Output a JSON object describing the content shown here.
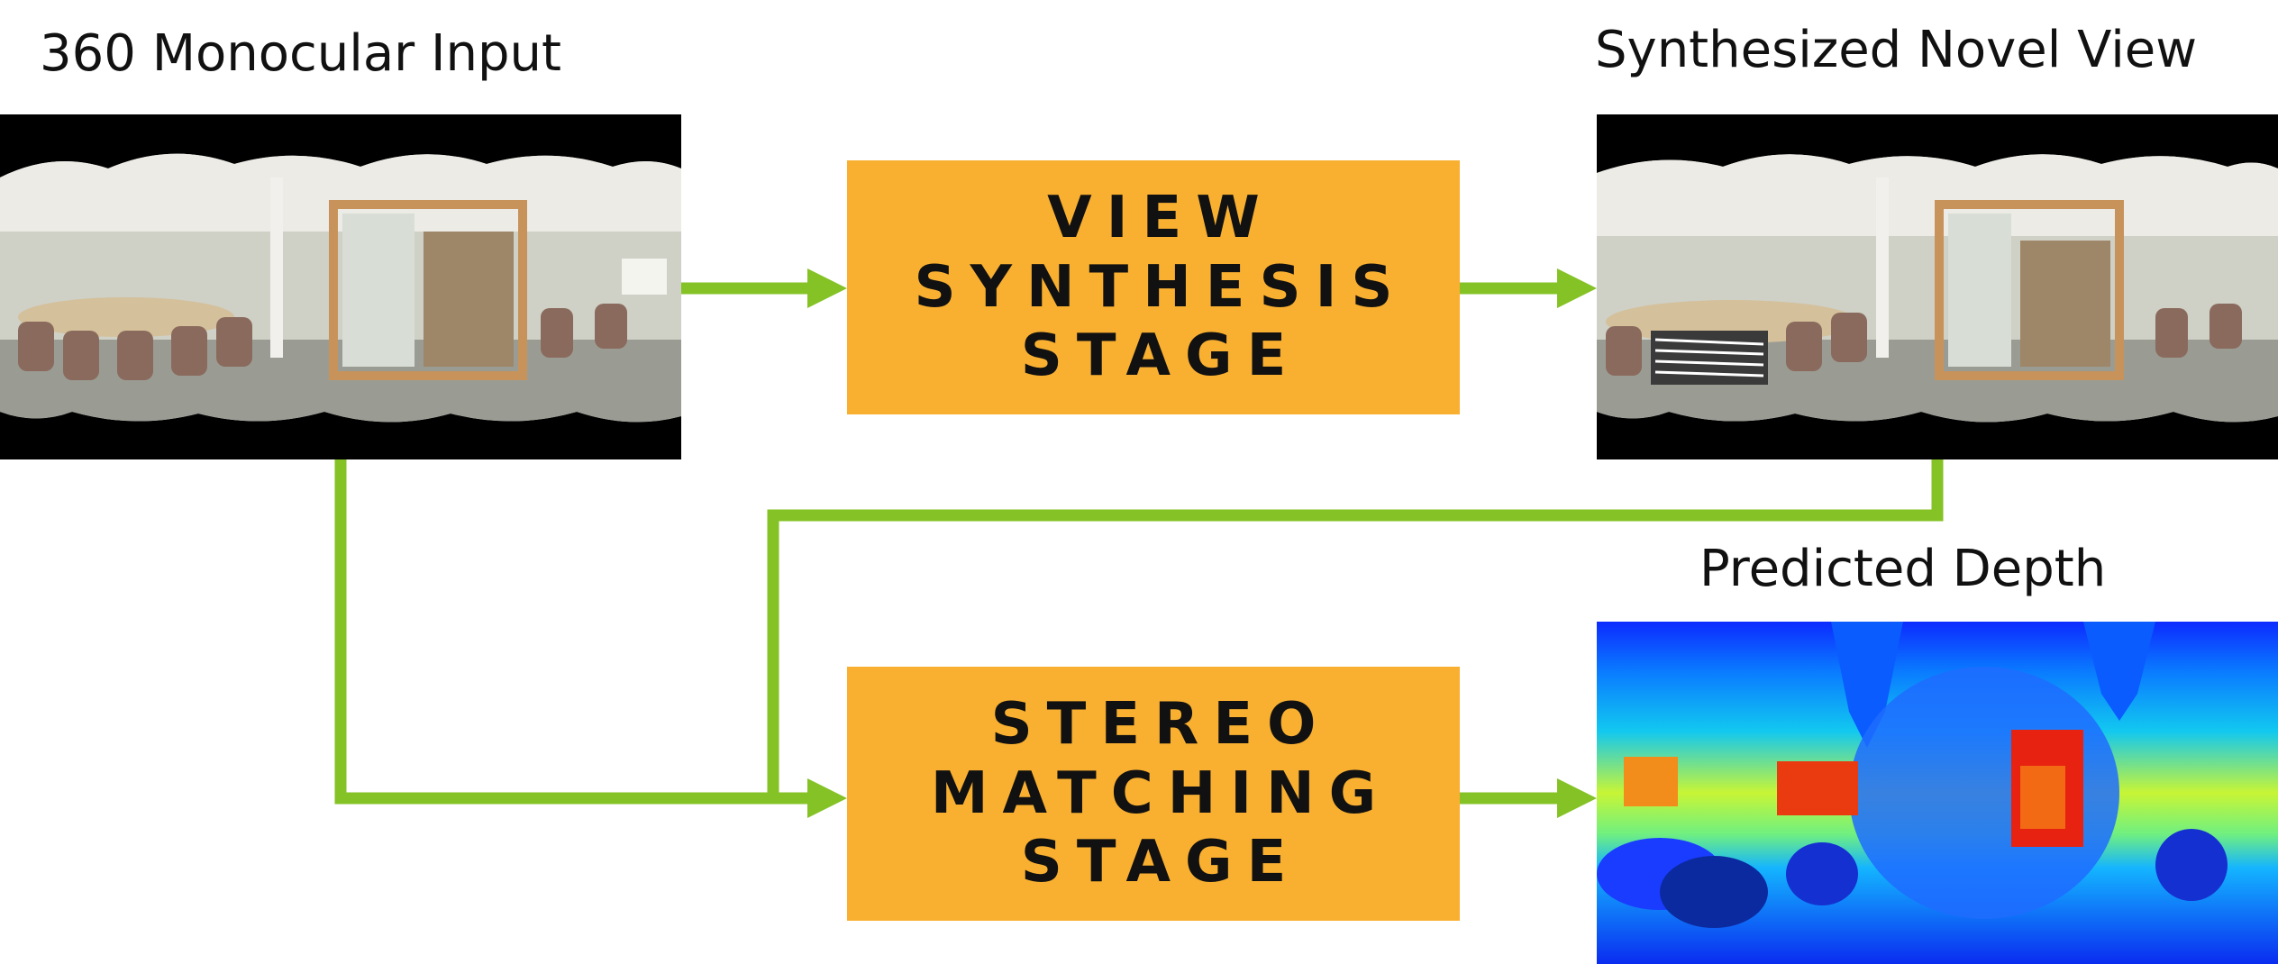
{
  "labels": {
    "input": "360 Monocular Input",
    "novel_view": "Synthesized Novel View",
    "depth": "Predicted Depth"
  },
  "view_synthesis": {
    "line1": "VIEW",
    "line2": "SYNTHESIS",
    "line3": "STAGE"
  },
  "stereo_matching": {
    "line1": "STEREO",
    "line2": "MATCHING",
    "line3": "STAGE"
  },
  "colors": {
    "arrow": "#84C225",
    "stage_fill": "#F9B031",
    "text": "#111111"
  }
}
